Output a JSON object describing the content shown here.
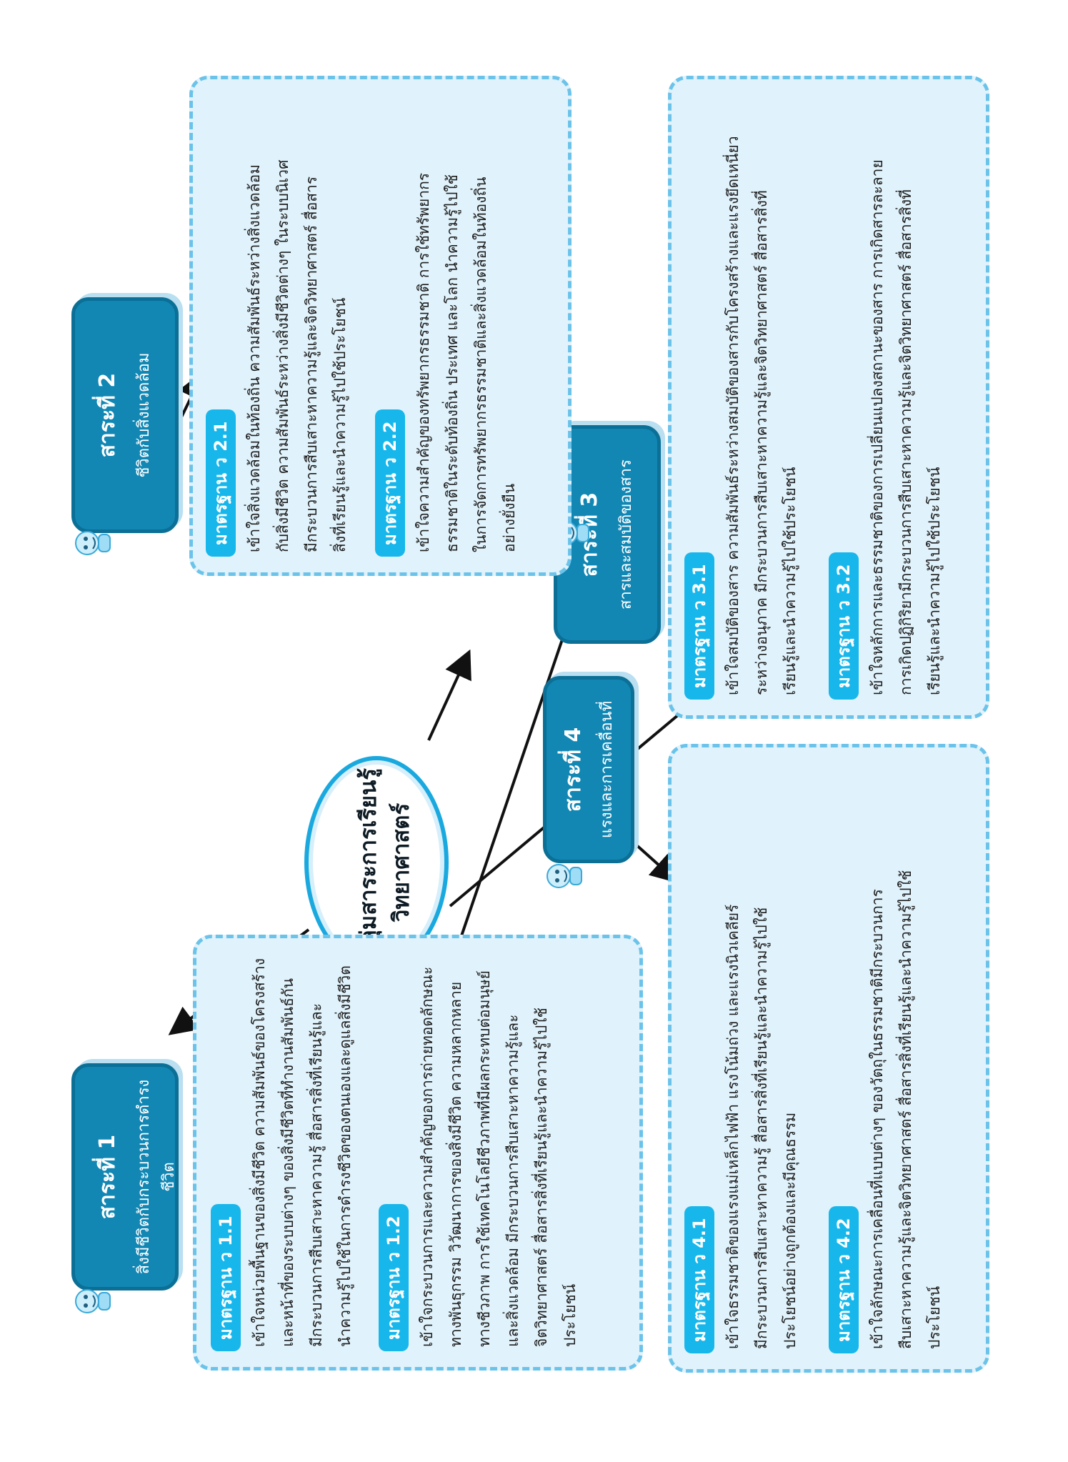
{
  "diagram": {
    "title_line1": "กลุ่มสาระการเรียนรู้",
    "title_line2": "วิทยาศาสตร์",
    "strands": [
      {
        "label": "สาระที่ 1",
        "subtitle": "สิ่งมีชีวิตกับกระบวนการดำรงชีวิต"
      },
      {
        "label": "สาระที่ 2",
        "subtitle": "ชีวิตกับสิ่งแวดล้อม"
      },
      {
        "label": "สาระที่ 3",
        "subtitle": "สารและสมบัติของสาร"
      },
      {
        "label": "สาระที่ 4",
        "subtitle": "แรงและการเคลื่อนที่"
      }
    ],
    "standards": [
      {
        "code": "มาตรฐาน ว 1.1",
        "lines": [
          "เข้าใจหน่วยพื้นฐานของสิ่งมีชีวิต  ความสัมพันธ์ของโครงสร้าง",
          "และหน้าที่ของระบบต่างๆ  ของสิ่งมีชีวิตที่ทำงานสัมพันธ์กัน",
          "มีกระบวนการสืบเสาะหาความรู้  สื่อสารสิ่งที่เรียนรู้และ",
          "นำความรู้ไปใช้ในการดำรงชีวิตของตนเองและดูแลสิ่งมีชีวิต"
        ]
      },
      {
        "code": "มาตรฐาน ว 1.2",
        "lines": [
          "เข้าใจกระบวนการและความสำคัญของการถ่ายทอดลักษณะ",
          "ทางพันธุกรรม  วิวัฒนาการของสิ่งมีชีวิต  ความหลากหลาย",
          "ทางชีวภาพ  การใช้เทคโนโลยีชีวภาพที่มีผลกระทบต่อมนุษย์",
          "และสิ่งแวดล้อม  มีกระบวนการสืบเสาะหาความรู้และ",
          "จิตวิทยาศาสตร์  สื่อสารสิ่งที่เรียนรู้และนำความรู้ไปใช้",
          "ประโยชน์"
        ]
      },
      {
        "code": "มาตรฐาน ว 2.1",
        "lines": [
          "เข้าใจสิ่งแวดล้อมในท้องถิ่น ความสัมพันธ์ระหว่างสิ่งแวดล้อม",
          "กับสิ่งมีชีวิต ความสัมพันธ์ระหว่างสิ่งมีชีวิตต่างๆ ในระบบนิเวศ",
          "มีกระบวนการสืบเสาะหาความรู้และจิตวิทยาศาสตร์  สื่อสาร",
          "สิ่งที่เรียนรู้และนำความรู้ไปใช้ประโยชน์"
        ]
      },
      {
        "code": "มาตรฐาน ว 2.2",
        "lines": [
          "เข้าใจความสำคัญของทรัพยากรธรรมชาติ  การใช้ทรัพยากร",
          "ธรรมชาติในระดับท้องถิ่น  ประเทศ  และโลก  นำความรู้ไปใช้",
          "ในการจัดการทรัพยากรธรรมชาติและสิ่งแวดล้อมในท้องถิ่น",
          "อย่างยั่งยืน"
        ]
      },
      {
        "code": "มาตรฐาน ว 3.1",
        "lines": [
          "เข้าใจสมบัติของสาร ความสัมพันธ์ระหว่างสมบัติของสารกับโครงสร้างและแรงยึดเหนี่ยว",
          "ระหว่างอนุภาค  มีกระบวนการสืบเสาะหาความรู้และจิตวิทยาศาสตร์  สื่อสารสิ่งที่",
          "เรียนรู้และนำความรู้ไปใช้ประโยชน์"
        ]
      },
      {
        "code": "มาตรฐาน ว 3.2",
        "lines": [
          "เข้าใจหลักการและธรรมชาติของการเปลี่ยนแปลงสถานะของสาร  การเกิดสารละลาย",
          "การเกิดปฏิกิริยามีกระบวนการสืบเสาะหาความรู้และจิตวิทยาศาสตร์  สื่อสารสิ่งที่",
          "เรียนรู้และนำความรู้ไปใช้ประโยชน์"
        ]
      },
      {
        "code": "มาตรฐาน ว 4.1",
        "lines": [
          "เข้าใจธรรมชาติของแรงแม่เหล็กไฟฟ้า  แรงโน้มถ่วง  และแรงนิวเคลียร์",
          "มีกระบวนการสืบเสาะหาความรู้  สื่อสารสิ่งที่เรียนรู้และนำความรู้ไปใช้",
          "ประโยชน์อย่างถูกต้องและมีคุณธรรม"
        ]
      },
      {
        "code": "มาตรฐาน ว 4.2",
        "lines": [
          "เข้าใจลักษณะการเคลื่อนที่แบบต่างๆ  ของวัตถุในธรรมชาติมีกระบวนการ",
          "สืบเสาะหาความรู้และจิตวิทยาศาสตร์  สื่อสารสิ่งที่เรียนรู้และนำความรู้ไปใช้",
          "ประโยชน์"
        ]
      }
    ],
    "colors": {
      "strand_fill": "#1287b4",
      "badge_fill": "#17b7ec",
      "panel_fill": "#e0f2fb",
      "panel_border": "#6cc3ea",
      "hub_border": "#1aa9df",
      "arrow": "#111111"
    },
    "mascot_icon": "cartoon-character-icon"
  }
}
